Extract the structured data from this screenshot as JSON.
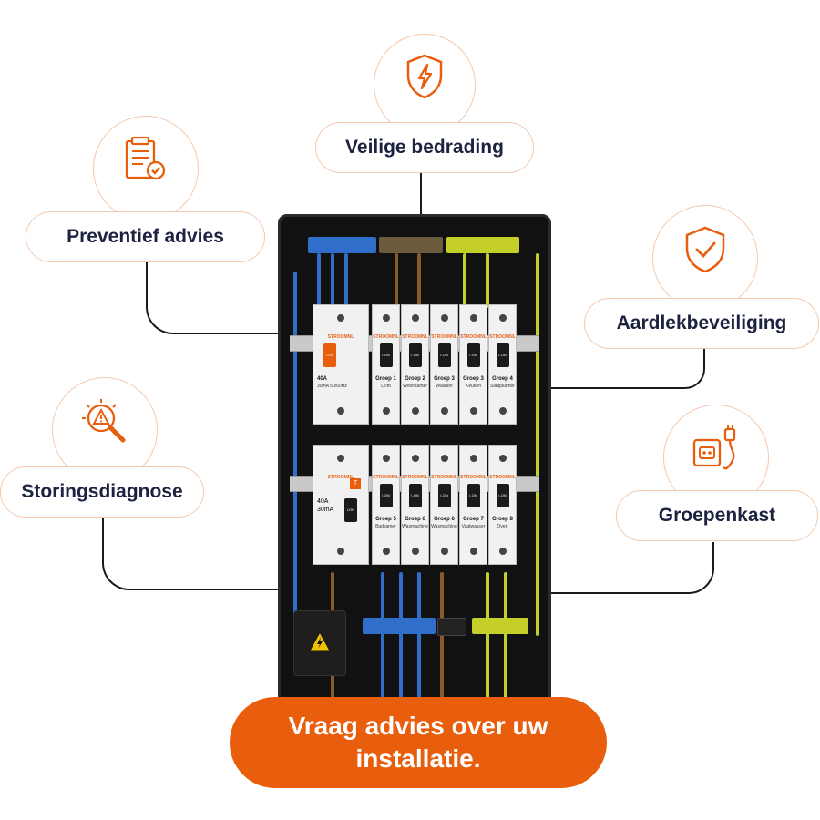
{
  "features": {
    "veilige_bedrading": "Veilige bedrading",
    "preventief_advies": "Preventief advies",
    "aardlekbeveiliging": "Aardlekbeveiliging",
    "storingsdiagnose": "Storingsdiagnose",
    "groepenkast": "Groepenkast"
  },
  "icons": {
    "veilige_bedrading": "lightning-shield-icon",
    "preventief_advies": "document-check-icon",
    "aardlekbeveiliging": "shield-check-icon",
    "storingsdiagnose": "warning-magnifier-icon",
    "groepenkast": "socket-plug-icon"
  },
  "panel": {
    "brand": "STROOMNL",
    "switch_label": "I-ON",
    "rcd_top": {
      "rating": "40A",
      "spec": "30mA\n50/60Hz"
    },
    "rcd_bottom": {
      "rating": "40A",
      "spec": "30mA",
      "test_label": "T"
    },
    "groups_top": [
      {
        "label": "Groep 1",
        "room": "Licht"
      },
      {
        "label": "Groep 2",
        "room": "Woonkamer"
      },
      {
        "label": "Groep 3",
        "room": "Wasden"
      },
      {
        "label": "Groep 3",
        "room": "Keuken"
      },
      {
        "label": "Groep 4",
        "room": "Slaapkamer"
      }
    ],
    "groups_bottom": [
      {
        "label": "Groep 5",
        "room": "Badkamer"
      },
      {
        "label": "Groep 6",
        "room": "Wasmachine"
      },
      {
        "label": "Groep 6",
        "room": "Wasmachine"
      },
      {
        "label": "Groep 7",
        "room": "Vaatwasser"
      },
      {
        "label": "Groep 8",
        "room": "Oven"
      }
    ]
  },
  "cta": {
    "label": "Vraag advies over uw installatie."
  },
  "colors": {
    "accent": "#e85e0c",
    "outline": "#f3c9ad",
    "text": "#1c2340"
  }
}
